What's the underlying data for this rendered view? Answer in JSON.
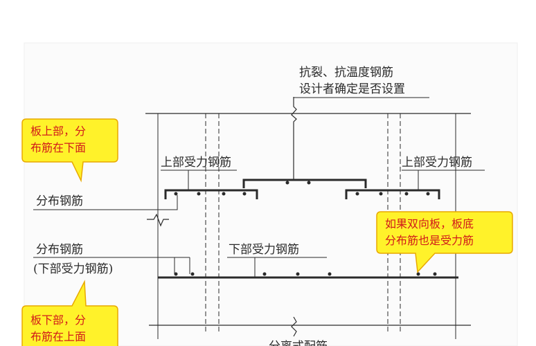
{
  "labels": {
    "crack_temp_line1": "抗裂、抗温度钢筋",
    "crack_temp_line2": "设计者确定是否设置",
    "top_left_main": "上部受力钢筋",
    "top_right_main": "上部受力钢筋",
    "dist_top": "分布钢筋",
    "dist_bottom_line1": "分布钢筋",
    "dist_bottom_line2": "(下部受力钢筋)",
    "bottom_main": "下部受力钢筋",
    "bottom_cut": "分离式配筋"
  },
  "callouts": {
    "top_left": {
      "line1": "板上部，分",
      "line2": "布筋在下面"
    },
    "right": {
      "line1": "如果双向板，板底",
      "line2": "分布筋也是受力筋"
    },
    "bottom_left": {
      "line1": "板下部，分",
      "line2": "布筋在上面"
    }
  },
  "colors": {
    "callout_fill": "#fff22a",
    "callout_border": "#e8a800",
    "callout_text": "#d11a1a",
    "line": "#2a2a2a"
  }
}
